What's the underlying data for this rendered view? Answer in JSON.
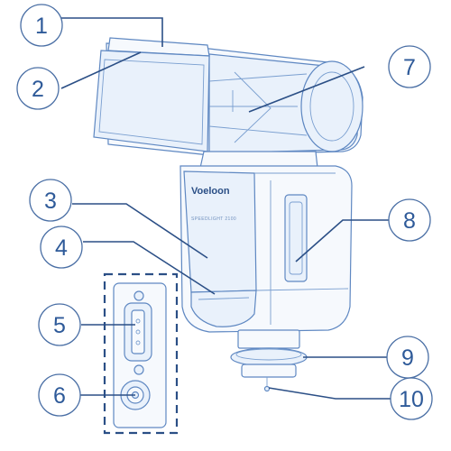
{
  "product": {
    "brand": "Voeloon",
    "model": "SPEEDLIGHT 2100"
  },
  "callouts": [
    {
      "number": "1"
    },
    {
      "number": "2"
    },
    {
      "number": "3"
    },
    {
      "number": "4"
    },
    {
      "number": "5"
    },
    {
      "number": "6"
    },
    {
      "number": "7"
    },
    {
      "number": "8"
    },
    {
      "number": "9"
    },
    {
      "number": "10"
    }
  ],
  "colors": {
    "line": "#2b4f86",
    "outline": "#5f88c2",
    "number": "#2e5a99",
    "background": "#ffffff"
  }
}
